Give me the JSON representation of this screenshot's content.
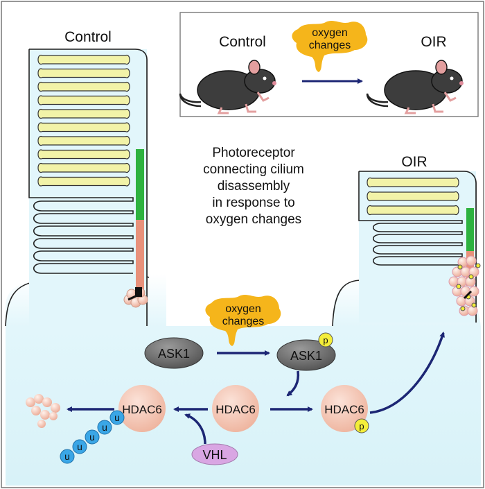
{
  "panel_title": {
    "control_label": "Control",
    "oir_label": "OIR"
  },
  "inset": {
    "control_label": "Control",
    "stimulus_label_line1": "oxygen",
    "stimulus_label_line2": "changes",
    "oir_label": "OIR"
  },
  "center_text": {
    "line1": "Photoreceptor",
    "line2": "connecting cilium",
    "line3": "disassembly",
    "line4": "in response to",
    "line5": "oxygen changes"
  },
  "pathway": {
    "stimulus_line1": "oxygen",
    "stimulus_line2": "changes",
    "ask1_label": "ASK1",
    "ask1_p_label": "ASK1",
    "phospho_label": "p",
    "hdac6_center_label": "HDAC6",
    "hdac6_left_label": "HDAC6",
    "hdac6_right_label": "HDAC6",
    "vhl_label": "VHL",
    "ubiquitin_label": "u"
  },
  "colors": {
    "cell_fill": "#e2f6fb",
    "disc_fill": "#f2f3a8",
    "cilium_green": "#2db23f",
    "cilium_pink": "#e8917b",
    "arrow_navy": "#1c2674",
    "hdac_fill": "#f4c7b5",
    "ask_fill": "#6f6f6f",
    "phospho_fill": "#f4ee39",
    "vhl_fill": "#d9a6e3",
    "ubiquitin_fill": "#3aa6e6",
    "splash_fill": "#f5b51b"
  }
}
